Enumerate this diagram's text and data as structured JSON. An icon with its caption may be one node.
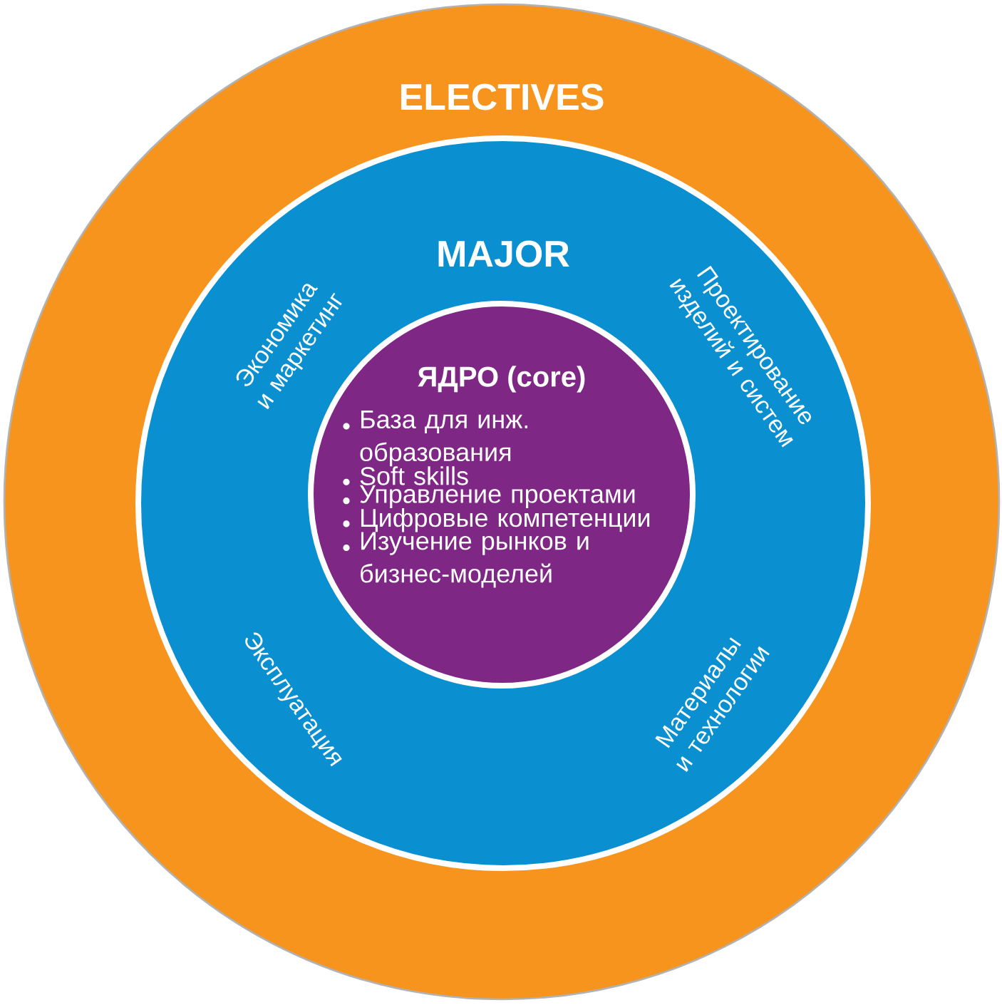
{
  "diagram": {
    "nodes": [
      {
        "text": [
          "ELECTIVES"
        ]
      },
      {
        "text": [
          "MAJOR",
          "Экономика и маркетинг",
          "Проектирование изделий и систем",
          "Эксплуатация",
          "Материалы и технологии"
        ],
        "in": 0
      },
      {
        "text": [
          "ЯДРО (core)",
          "База для инж. образования",
          "Soft skills",
          "Управление проектами",
          "Цифровые компетенции",
          "Изучение рынков и бизнес-моделей"
        ],
        "in": 1
      }
    ]
  }
}
